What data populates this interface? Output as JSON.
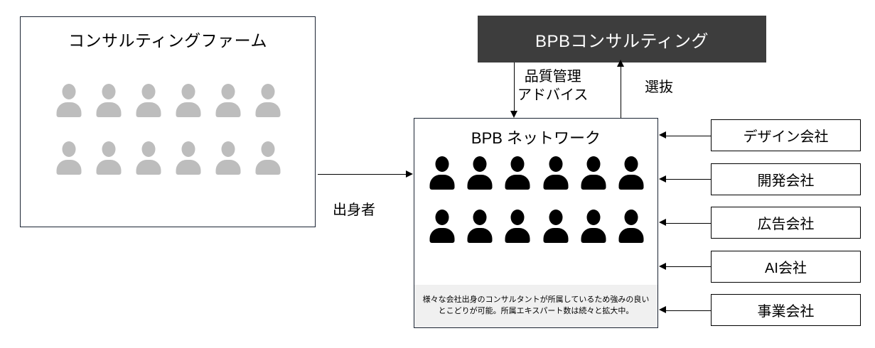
{
  "diagram": {
    "firm": {
      "title": "コンサルティングファーム",
      "people_count": 12,
      "person_color": "#bdbdbd"
    },
    "bpb_consulting": {
      "label": "BPBコンサルティング",
      "background": "#3d3d3d",
      "text_color": "#ffffff"
    },
    "network": {
      "title": "BPB ネットワーク",
      "people_count": 12,
      "person_color": "#000000",
      "caption": "様々な会社出身のコンサルタントが所属しているため強みの良いとこどりが可能。所属エキスパート数は続々と拡大中。",
      "caption_background": "#f0f0f0"
    },
    "companies": [
      {
        "label": "デザイン会社"
      },
      {
        "label": "開発会社"
      },
      {
        "label": "広告会社"
      },
      {
        "label": "AI会社"
      },
      {
        "label": "事業会社"
      }
    ],
    "edges": {
      "origin": "出身者",
      "quality_line1": "品質管理",
      "quality_line2": "アドバイス",
      "selection": "選抜"
    }
  }
}
